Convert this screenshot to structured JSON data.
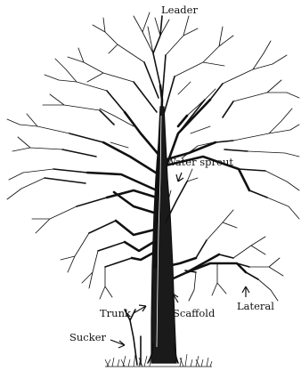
{
  "labels": {
    "leader": "Leader",
    "water_sprout": "Water sprout",
    "trunk": "Trunk",
    "scaffold": "Scaffold",
    "lateral": "Lateral",
    "sucker": "Sucker"
  }
}
